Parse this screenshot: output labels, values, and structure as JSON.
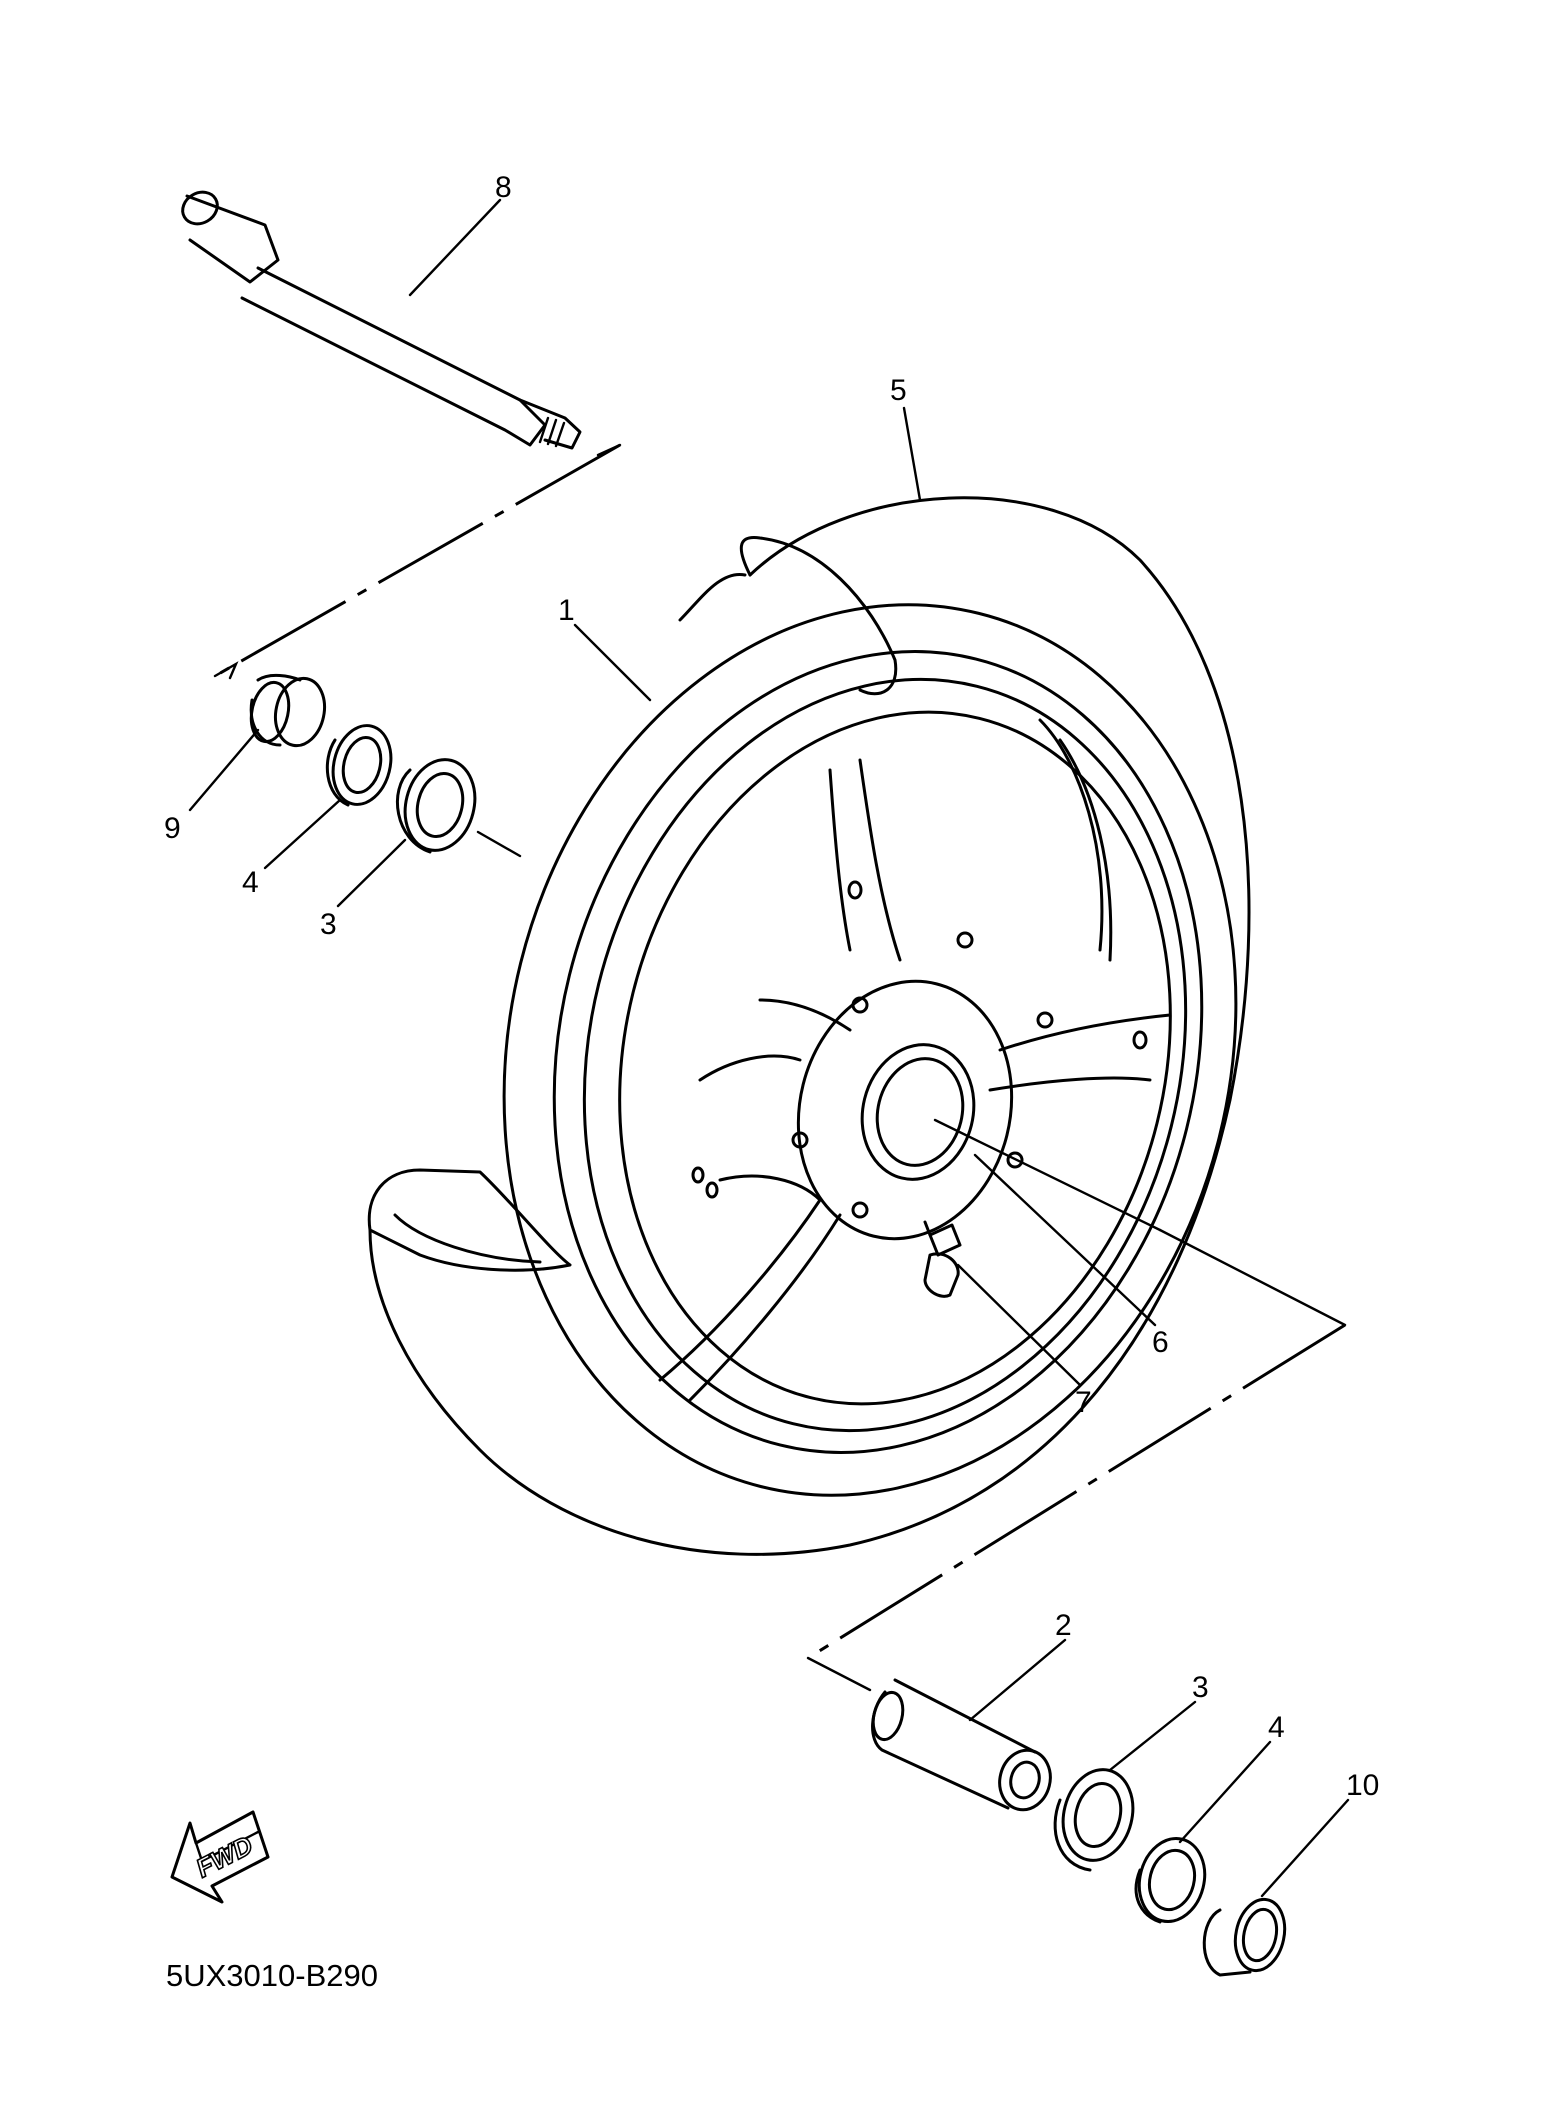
{
  "diagram": {
    "part_code": "5UX3010-B290",
    "fwd_label": "FWD",
    "callouts": [
      {
        "id": "c8",
        "label": "8"
      },
      {
        "id": "c5",
        "label": "5"
      },
      {
        "id": "c1",
        "label": "1"
      },
      {
        "id": "c9",
        "label": "9"
      },
      {
        "id": "c4a",
        "label": "4"
      },
      {
        "id": "c3a",
        "label": "3"
      },
      {
        "id": "c6",
        "label": "6"
      },
      {
        "id": "c7",
        "label": "7"
      },
      {
        "id": "c2",
        "label": "2"
      },
      {
        "id": "c3b",
        "label": "3"
      },
      {
        "id": "c4b",
        "label": "4"
      },
      {
        "id": "c10",
        "label": "10"
      }
    ]
  }
}
